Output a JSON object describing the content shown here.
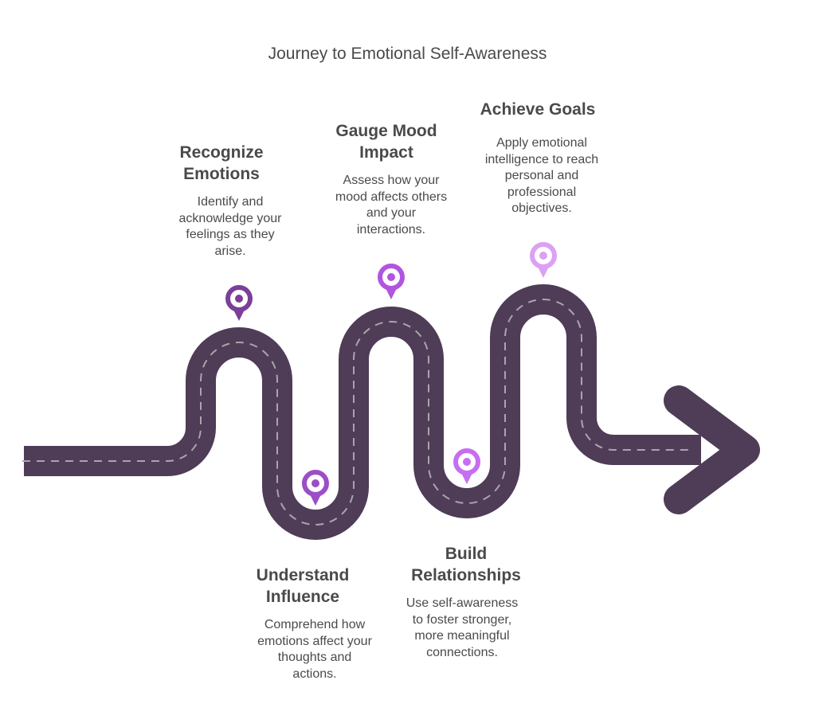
{
  "title": "Journey to Emotional Self-Awareness",
  "colors": {
    "road": "#4f3c57",
    "lane_marking": "#a9a5ab",
    "text": "#4a4a4a"
  },
  "steps": [
    {
      "heading_line1": "Recognize",
      "heading_line2": "Emotions",
      "desc_lines": [
        "Identify and",
        "acknowledge your",
        "feelings as they",
        "arise."
      ],
      "pin_color": "#7b3f98",
      "position": "above"
    },
    {
      "heading_line1": "Understand",
      "heading_line2": "Influence",
      "desc_lines": [
        "Comprehend how",
        "emotions affect your",
        "thoughts and",
        "actions."
      ],
      "pin_color": "#9b4ec6",
      "position": "below"
    },
    {
      "heading_line1": "Gauge Mood",
      "heading_line2": "Impact",
      "desc_lines": [
        "Assess how your",
        "mood affects others",
        "and your",
        "interactions."
      ],
      "pin_color": "#b055e0",
      "position": "above"
    },
    {
      "heading_line1": "Build",
      "heading_line2": "Relationships",
      "desc_lines": [
        "Use self-awareness",
        "to foster stronger,",
        "more meaningful",
        "connections."
      ],
      "pin_color": "#c66ef0",
      "position": "below"
    },
    {
      "heading_line1": "Achieve Goals",
      "heading_line2": "",
      "desc_lines": [
        "Apply emotional",
        "intelligence to reach",
        "personal and",
        "professional",
        "objectives."
      ],
      "pin_color": "#dca0f5",
      "position": "above"
    }
  ],
  "icons": {
    "pin": "location-pin-icon",
    "arrow": "arrow-right-icon"
  }
}
